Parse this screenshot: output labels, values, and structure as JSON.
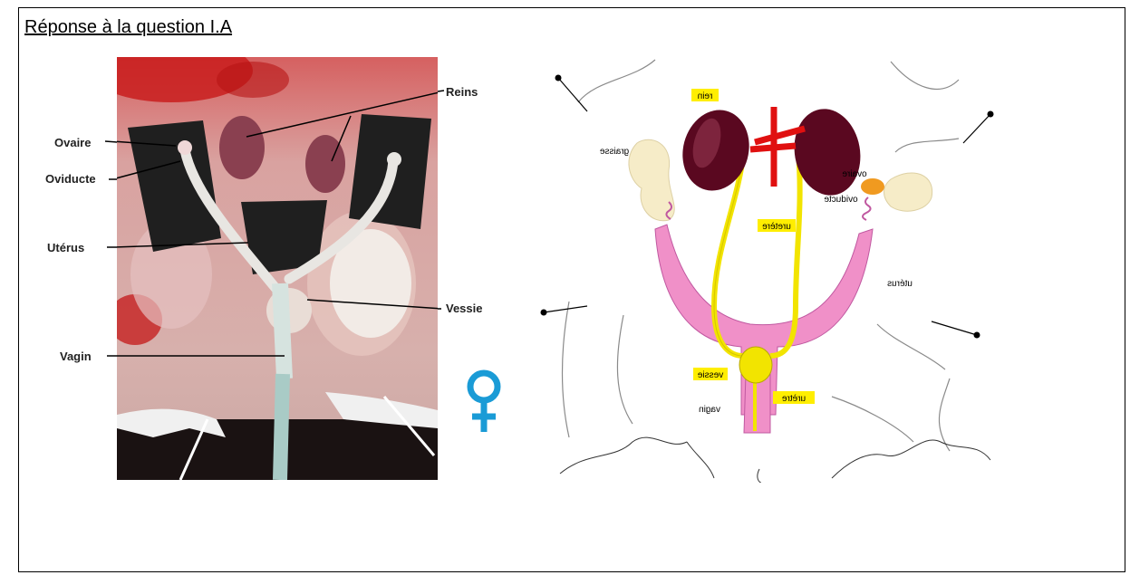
{
  "title": "Réponse à la question I.A",
  "photo_labels": {
    "reins": "Reins",
    "ovaire": "Ovaire",
    "oviducte": "Oviducte",
    "uterus": "Utérus",
    "vessie": "Vessie",
    "vagin": "Vagin"
  },
  "diagram_labels": {
    "rein": "rein",
    "graisse": "graisse",
    "ovaire": "ovaire",
    "oviducte": "oviducte",
    "uretere": "uretère",
    "uterus": "utérus",
    "vessie": "vessie",
    "urethre": "urètre",
    "vagin": "vagin"
  },
  "symbols": {
    "female": "venus-symbol"
  },
  "colors": {
    "kidney": "#5a0820",
    "artery": "#e01010",
    "ureter": "#f2e400",
    "uterus": "#f090c8",
    "ovary": "#f09a20",
    "fat": "#f6ecc8",
    "label_highlight": "#ffee00",
    "venus": "#1a9bd6"
  }
}
